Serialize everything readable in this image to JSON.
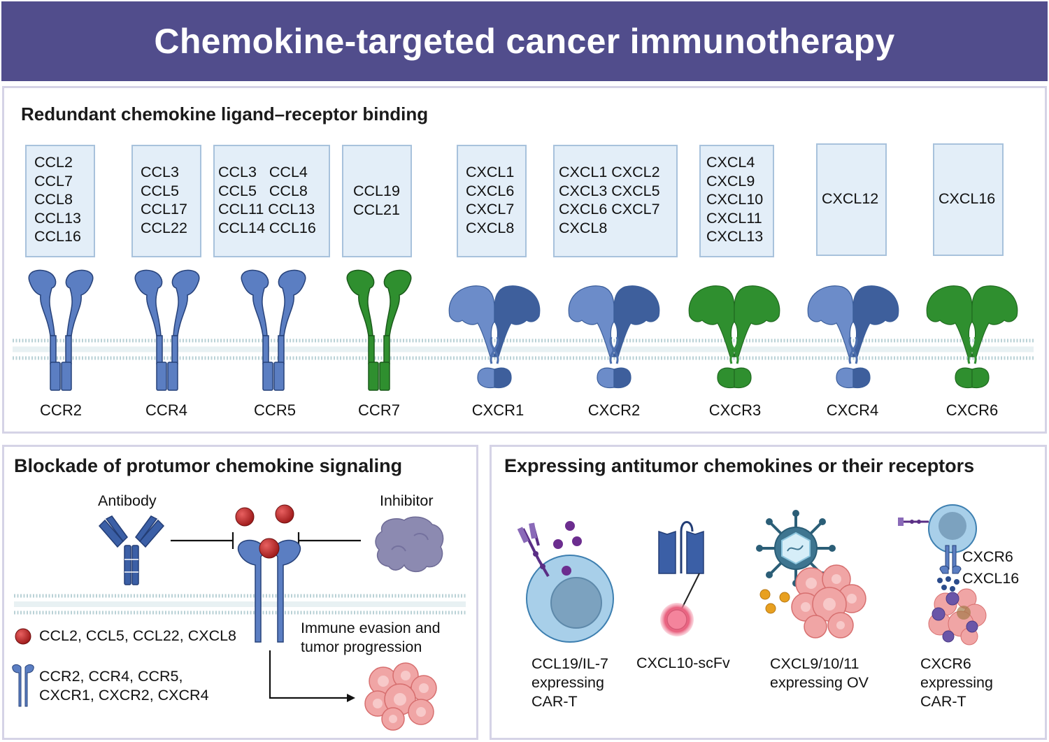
{
  "title": "Chemokine-targeted cancer immunotherapy",
  "colors": {
    "header_bg": "#514d8c",
    "receptor_blue": "#5b7ec2",
    "receptor_green": "#2f8f2f",
    "ligand_red": "#c42a2a",
    "ligand_purple": "#6c2d8f"
  },
  "top_panel": {
    "title": "Redundant chemokine ligand–receptor binding",
    "receptors": [
      {
        "name": "CCR2",
        "ligands": "CCL2\nCCL7\nCCL8\nCCL13\nCCL16",
        "color": "blue",
        "kind": "ccr"
      },
      {
        "name": "CCR4",
        "ligands": "CCL3\nCCL5\nCCL17\nCCL22",
        "color": "blue",
        "kind": "ccr"
      },
      {
        "name": "CCR5",
        "ligands": "CCL3   CCL4\nCCL5   CCL8\nCCL11 CCL13\nCCL14 CCL16",
        "color": "blue",
        "kind": "ccr"
      },
      {
        "name": "CCR7",
        "ligands": "CCL19\nCCL21",
        "color": "green",
        "kind": "ccr"
      },
      {
        "name": "CXCR1",
        "ligands": "CXCL1\nCXCL6\nCXCL7\nCXCL8",
        "color": "blue",
        "kind": "cxcr"
      },
      {
        "name": "CXCR2",
        "ligands": "CXCL1 CXCL2\nCXCL3 CXCL5\nCXCL6 CXCL7\nCXCL8",
        "color": "blue",
        "kind": "cxcr"
      },
      {
        "name": "CXCR3",
        "ligands": "CXCL4\nCXCL9\nCXCL10\nCXCL11\nCXCL13",
        "color": "green",
        "kind": "cxcr"
      },
      {
        "name": "CXCR4",
        "ligands": "CXCL12",
        "color": "blue",
        "kind": "cxcr"
      },
      {
        "name": "CXCR6",
        "ligands": "CXCL16",
        "color": "green",
        "kind": "cxcr"
      }
    ]
  },
  "blockade_panel": {
    "title": "Blockade of protumor chemokine signaling",
    "antibody_label": "Antibody",
    "inhibitor_label": "Inhibitor",
    "outcome_label": "Immune evasion and\ntumor progression",
    "legend_ligands": "CCL2, CCL5, CCL22, CXCL8",
    "legend_receptors": "CCR2, CCR4, CCR5,\nCXCR1, CXCR2, CXCR4"
  },
  "expressing_panel": {
    "title": "Expressing antitumor chemokines or their receptors",
    "items": [
      {
        "label": "CCL19/IL-7\nexpressing\nCAR-T"
      },
      {
        "label": "CXCL10-scFv"
      },
      {
        "label": "CXCL9/10/11\nexpressing OV"
      },
      {
        "label": "CXCR6\nexpressing\nCAR-T"
      }
    ],
    "cxcr6_label": "CXCR6",
    "cxcl16_label": "CXCL16"
  }
}
